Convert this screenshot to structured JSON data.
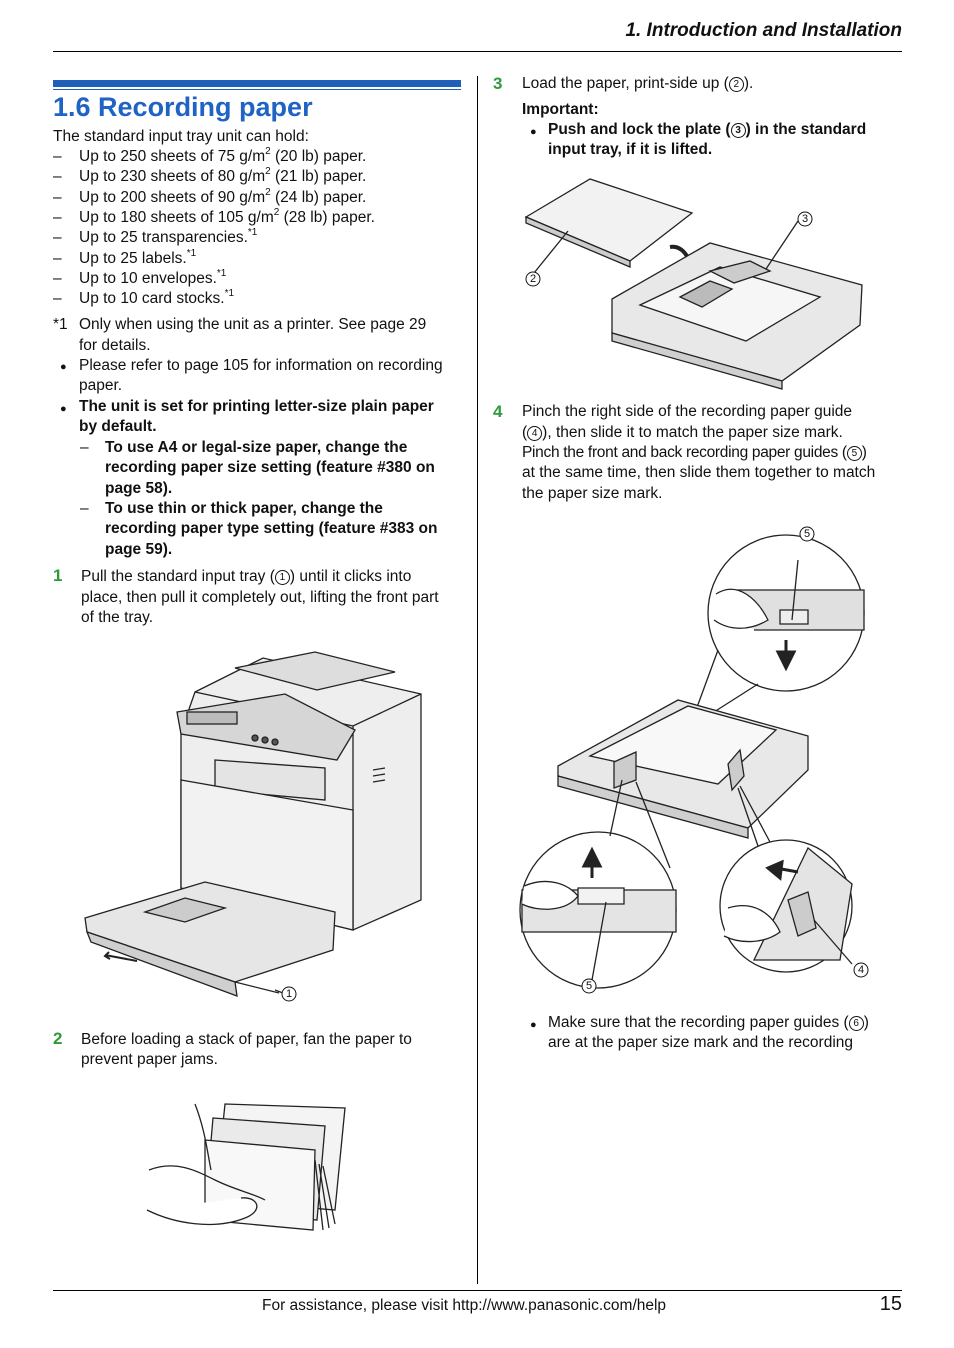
{
  "header": {
    "title": "1. Introduction and Installation"
  },
  "section": {
    "title": "1.6 Recording paper"
  },
  "intro": "The standard input tray unit can hold:",
  "capacity_items": [
    {
      "pre": "Up to 250 sheets of 75 g/m",
      "sup": "2",
      "post": " (20 lb) paper."
    },
    {
      "pre": "Up to 230 sheets of 80 g/m",
      "sup": "2",
      "post": " (21 lb) paper."
    },
    {
      "pre": "Up to 200 sheets of 90 g/m",
      "sup": "2",
      "post": " (24 lb) paper."
    },
    {
      "pre": "Up to 180 sheets of 105 g/m",
      "sup": "2",
      "post": " (28 lb) paper."
    },
    {
      "pre": "Up to 25 transparencies.",
      "sup": "*1",
      "post": ""
    },
    {
      "pre": "Up to 25 labels.",
      "sup": "*1",
      "post": ""
    },
    {
      "pre": "Up to 10 envelopes.",
      "sup": "*1",
      "post": ""
    },
    {
      "pre": "Up to 10 card stocks.",
      "sup": "*1",
      "post": ""
    }
  ],
  "footnote": {
    "mark": "*1",
    "line1": "Only when using the unit as a printer. See page 29",
    "line2": "for details."
  },
  "notes": {
    "refer_line1": "Please refer to page 105 for information on recording",
    "refer_line2": "paper.",
    "default_line1": "The unit is set for printing letter-size plain paper",
    "default_line2": "by default.",
    "a4_line1": "To use A4 or legal-size paper, change the",
    "a4_line2": "recording paper size setting (feature #380 on",
    "a4_line3": "page 58).",
    "thin_line1": "To use thin or thick paper, change the",
    "thin_line2": "recording paper type setting (feature #383 on",
    "thin_line3": "page 59)."
  },
  "steps": {
    "s1": {
      "num": "1",
      "line1a": "Pull the standard input tray (",
      "line1b": ") until it clicks into",
      "line2": "place, then pull it completely out, lifting the front part",
      "line3": "of the tray."
    },
    "s2": {
      "num": "2",
      "line1": "Before loading a stack of paper, fan the paper to",
      "line2": "prevent paper jams."
    },
    "s3": {
      "num": "3",
      "line1a": "Load the paper, print-side up (",
      "line1b": ").",
      "important": "Important:",
      "bul_a": "Push and lock the plate (",
      "bul_b": ") in the standard",
      "bul_line2": "input tray, if it is lifted."
    },
    "s4": {
      "num": "4",
      "line1": "Pinch the right side of the recording paper guide",
      "line2a": "(",
      "line2b": "), then slide it to match the paper size mark.",
      "line3a": "Pinch the front and back recording paper guides (",
      "line3b": ")",
      "line4": "at the same time, then slide them together to match",
      "line5": "the paper size mark."
    },
    "s4_note": {
      "line1a": "Make sure that the recording paper guides (",
      "line1b": ")",
      "line2": "are at the paper size mark and the recording"
    }
  },
  "callouts": {
    "c1": "1",
    "c2": "2",
    "c3": "3",
    "c4": "4",
    "c5": "5",
    "c6": "6"
  },
  "footer": {
    "text": "For assistance, please visit http://www.panasonic.com/help",
    "page": "15"
  }
}
